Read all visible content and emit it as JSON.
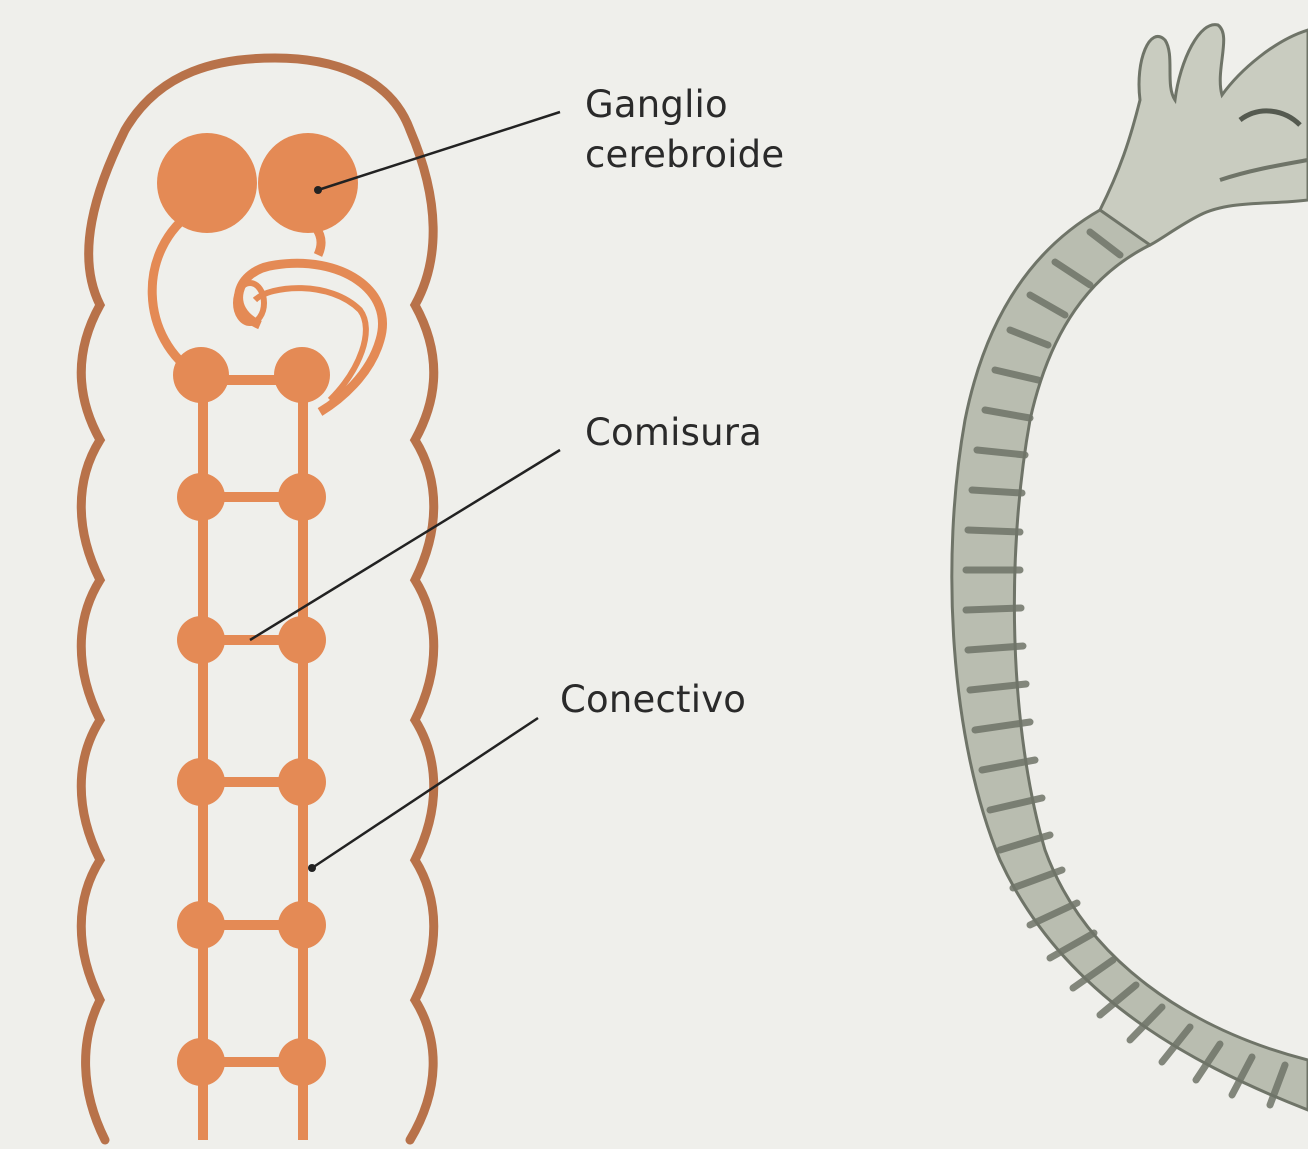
{
  "labels": {
    "ganglio_line1": "Ganglio",
    "ganglio_line2": "cerebroide",
    "comisura": "Comisura",
    "conectivo": "Conectivo"
  },
  "colors": {
    "background": "#efefeb",
    "body_outline": "#b8724a",
    "nerve": "#e48a55",
    "text": "#2a2a2a",
    "leader_line": "#222222",
    "worm_body": "#b9bdb0",
    "worm_stripe": "#6f7468"
  }
}
